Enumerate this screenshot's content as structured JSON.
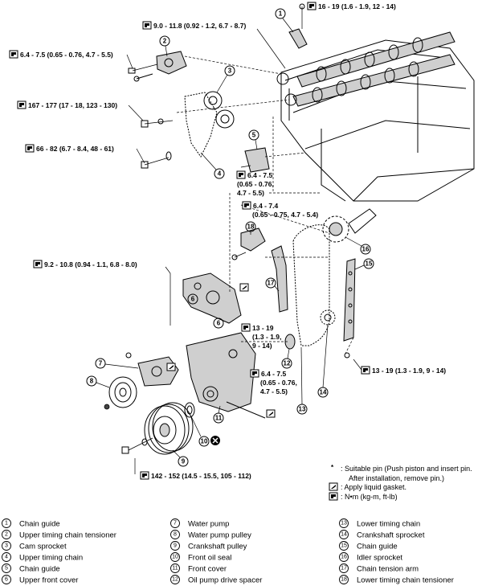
{
  "torque_specs": {
    "t1": "16 - 19 (1.6 - 1.9, 12 - 14)",
    "t2": "9.0 - 11.8 (0.92 - 1.2, 6.7 - 8.7)",
    "t3": "6.4 - 7.5 (0.65 - 0.76, 4.7 - 5.5)",
    "t4": "167 - 177 (17 - 18, 123 - 130)",
    "t5": "66 - 82 (6.7 - 8.4, 48 - 61)",
    "t6_l1": "6.4 - 7.5",
    "t6_l2": "(0.65 - 0.76,",
    "t6_l3": "4.7 - 5.5)",
    "t7_l1": "6.4 - 7.4",
    "t7_l2": "(0.65 - 0.75, 4.7 - 5.4)",
    "t8": "9.2 - 10.8 (0.94 - 1.1, 6.8 - 8.0)",
    "t9_l1": "13 - 19",
    "t9_l2": "(1.3 - 1.9,",
    "t9_l3": "9 - 14)",
    "t10": "13 - 19 (1.3 - 1.9, 9 - 14)",
    "t11_l1": "6.4 - 7.5",
    "t11_l2": "(0.65 - 0.76,",
    "t11_l3": "4.7 - 5.5)",
    "t12": "142 - 152 (14.5 - 15.5, 105 - 112)"
  },
  "callouts": [
    "1",
    "2",
    "3",
    "4",
    "5",
    "6",
    "7",
    "8",
    "9",
    "10",
    "11",
    "12",
    "13",
    "14",
    "15",
    "16",
    "17",
    "18",
    "6"
  ],
  "symbol_legend": {
    "pin_symbol": "*",
    "pin_line1": ": Suitable pin (Push piston and insert pin.",
    "pin_line2": "After installation, remove pin.)",
    "gasket": ": Apply liquid gasket.",
    "torque": ": N•m (kg-m, ft-lb)"
  },
  "parts": [
    {
      "num": "1",
      "label": "Chain guide"
    },
    {
      "num": "2",
      "label": "Upper timing chain tensioner"
    },
    {
      "num": "3",
      "label": "Cam sprocket"
    },
    {
      "num": "4",
      "label": "Upper timing chain"
    },
    {
      "num": "5",
      "label": "Chain guide"
    },
    {
      "num": "6",
      "label": "Upper front cover"
    },
    {
      "num": "7",
      "label": "Water pump"
    },
    {
      "num": "8",
      "label": "Water pump pulley"
    },
    {
      "num": "9",
      "label": "Crankshaft pulley"
    },
    {
      "num": "10",
      "label": "Front oil seal"
    },
    {
      "num": "11",
      "label": "Front cover"
    },
    {
      "num": "12",
      "label": "Oil pump drive spacer"
    },
    {
      "num": "13",
      "label": "Lower timing chain"
    },
    {
      "num": "14",
      "label": "Crankshaft sprocket"
    },
    {
      "num": "15",
      "label": "Chain guide"
    },
    {
      "num": "16",
      "label": "Idler sprocket"
    },
    {
      "num": "17",
      "label": "Chain tension arm"
    },
    {
      "num": "18",
      "label": "Lower timing chain tensioner"
    }
  ]
}
